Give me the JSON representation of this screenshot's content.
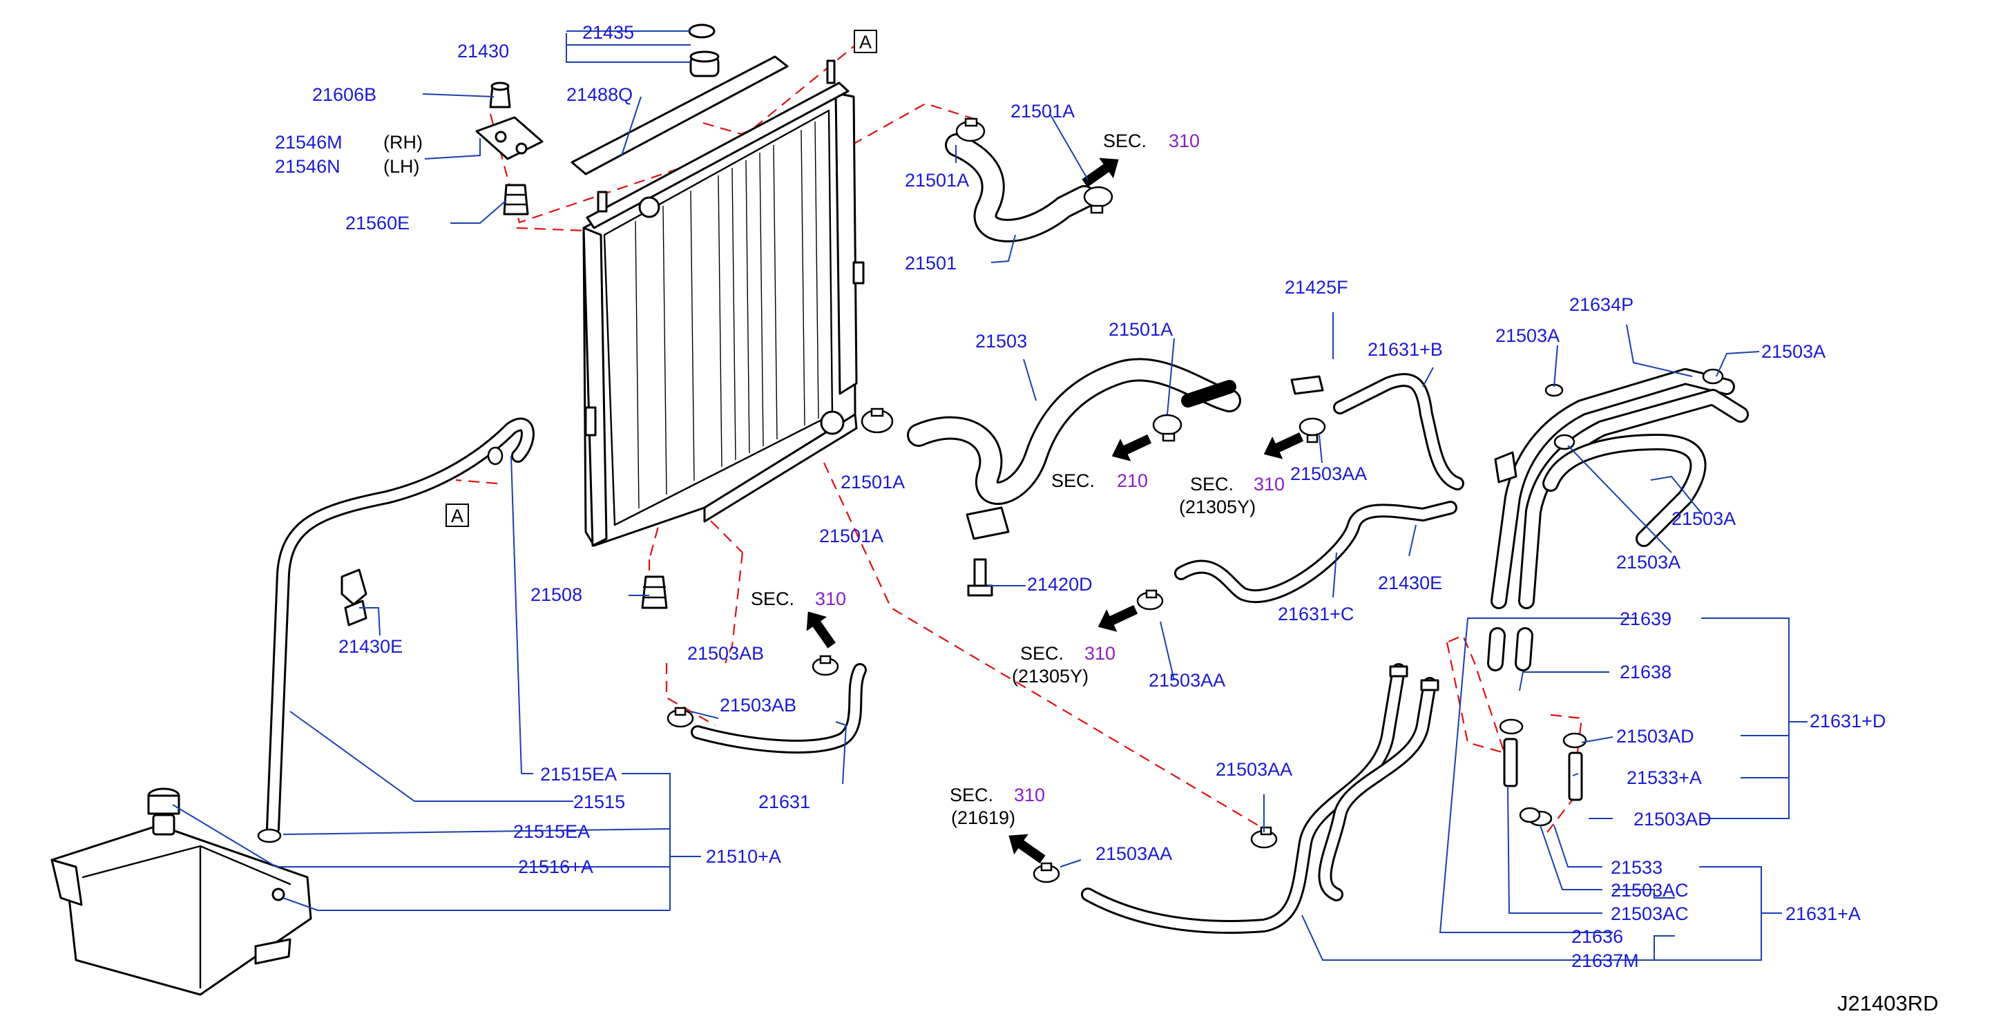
{
  "diagram_id": "J21403RD",
  "view_marker": "A",
  "part_labels": {
    "p21430": "21430",
    "p21435": "21435",
    "p21606B": "21606B",
    "p21488Q": "21488Q",
    "p21546M": "21546M",
    "p21546N": "21546N",
    "side_rh": "(RH)",
    "side_lh": "(LH)",
    "p21560E": "21560E",
    "p21501A_a": "21501A",
    "p21501A_b": "21501A",
    "p21501A_c": "21501A",
    "p21501A_d": "21501A",
    "p21501A_e": "21501A",
    "p21501": "21501",
    "p21503": "21503",
    "p21425F": "21425F",
    "p21631B": "21631+B",
    "p21503A_a": "21503A",
    "p21634P": "21634P",
    "p21503A_b": "21503A",
    "p21503AA_a": "21503AA",
    "p21503A_c": "21503A",
    "p21503A_d": "21503A",
    "p21430E_a": "21430E",
    "p21631C": "21631+C",
    "p21420D": "21420D",
    "p21508": "21508",
    "p21430E_b": "21430E",
    "p21503AB_a": "21503AB",
    "p21503AB_b": "21503AB",
    "p21631": "21631",
    "p21503AA_b": "21503AA",
    "p21503AA_c": "21503AA",
    "p21503AA_d": "21503AA",
    "p21639": "21639",
    "p21638": "21638",
    "p21631D": "21631+D",
    "p21503AD_a": "21503AD",
    "p21533A": "21533+A",
    "p21503AD_b": "21503AD",
    "p21533": "21533",
    "p21503AC_a": "21503AC",
    "p21503AC_b": "21503AC",
    "p21631A": "21631+A",
    "p21636": "21636",
    "p21637M": "21637M",
    "p21515EA_a": "21515EA",
    "p21515": "21515",
    "p21515EA_b": "21515EA",
    "p21516A": "21516+A",
    "p21510A": "21510+A"
  },
  "section_refs": {
    "sec_label": "SEC.",
    "s1": {
      "num": "310",
      "sub": ""
    },
    "s2": {
      "num": "210",
      "sub": ""
    },
    "s3": {
      "num": "310",
      "sub": "(21305Y)"
    },
    "s4": {
      "num": "310",
      "sub": ""
    },
    "s5": {
      "num": "310",
      "sub": "(21305Y)"
    },
    "s6": {
      "num": "310",
      "sub": "(21619)"
    }
  },
  "colors": {
    "part_number": "#1a1ad4",
    "section_number": "#8a1fc9",
    "leader_line": "#1a3fb0",
    "dashed_reference": "#e01010",
    "outline": "#000000"
  }
}
